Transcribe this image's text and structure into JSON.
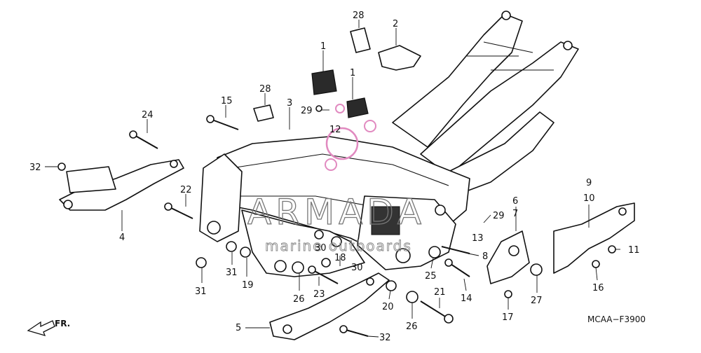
{
  "diagram": {
    "code": "MCAA−F3900",
    "fr_label": "FR.",
    "watermark": {
      "brand": "ARMADA",
      "tagline": "marine outboards"
    },
    "part_labels": [
      {
        "id": "label-28-top",
        "text": "28"
      },
      {
        "id": "label-2",
        "text": "2"
      },
      {
        "id": "label-1-a",
        "text": "1"
      },
      {
        "id": "label-1-b",
        "text": "1"
      },
      {
        "id": "label-28-mid",
        "text": "28"
      },
      {
        "id": "label-3",
        "text": "3"
      },
      {
        "id": "label-29-a",
        "text": "29"
      },
      {
        "id": "label-12",
        "text": "12"
      },
      {
        "id": "label-15",
        "text": "15"
      },
      {
        "id": "label-24",
        "text": "24"
      },
      {
        "id": "label-32-a",
        "text": "32"
      },
      {
        "id": "label-22",
        "text": "22"
      },
      {
        "id": "label-4",
        "text": "4"
      },
      {
        "id": "label-9",
        "text": "9"
      },
      {
        "id": "label-10",
        "text": "10"
      },
      {
        "id": "label-6",
        "text": "6"
      },
      {
        "id": "label-7",
        "text": "7"
      },
      {
        "id": "label-29-b",
        "text": "29"
      },
      {
        "id": "label-13",
        "text": "13"
      },
      {
        "id": "label-11",
        "text": "11"
      },
      {
        "id": "label-16",
        "text": "16"
      },
      {
        "id": "label-8",
        "text": "8"
      },
      {
        "id": "label-30-a",
        "text": "30"
      },
      {
        "id": "label-18",
        "text": "18"
      },
      {
        "id": "label-30-b",
        "text": "30"
      },
      {
        "id": "label-31-a",
        "text": "31"
      },
      {
        "id": "label-19",
        "text": "19"
      },
      {
        "id": "label-31-b",
        "text": "31"
      },
      {
        "id": "label-26-a",
        "text": "26"
      },
      {
        "id": "label-23",
        "text": "23"
      },
      {
        "id": "label-25",
        "text": "25"
      },
      {
        "id": "label-14",
        "text": "14"
      },
      {
        "id": "label-27",
        "text": "27"
      },
      {
        "id": "label-20",
        "text": "20"
      },
      {
        "id": "label-21",
        "text": "21"
      },
      {
        "id": "label-17",
        "text": "17"
      },
      {
        "id": "label-26-b",
        "text": "26"
      },
      {
        "id": "label-5",
        "text": "5"
      },
      {
        "id": "label-32-b",
        "text": "32"
      }
    ]
  }
}
